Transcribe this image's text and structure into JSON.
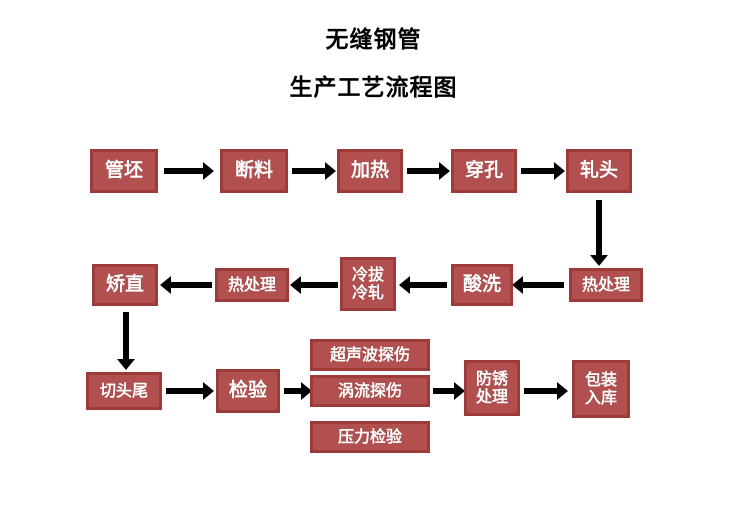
{
  "diagram": {
    "title_line1": "无缝钢管",
    "title_line2": "生产工艺流程图",
    "colors": {
      "box_fill": "#b1504f",
      "box_border": "#9c3b39",
      "box_text": "#ffffff",
      "arrow": "#000000",
      "background": "#ffffff",
      "title_text": "#000000"
    },
    "nodes": [
      {
        "id": "guanpi",
        "label": "管坯",
        "row": 1
      },
      {
        "id": "duanliao",
        "label": "断料",
        "row": 1
      },
      {
        "id": "jiare",
        "label": "加热",
        "row": 1
      },
      {
        "id": "chuankong",
        "label": "穿孔",
        "row": 1
      },
      {
        "id": "zhatou",
        "label": "轧头",
        "row": 1
      },
      {
        "id": "rechuli-1",
        "label": "热处理",
        "row": 2
      },
      {
        "id": "suanxi",
        "label": "酸洗",
        "row": 2
      },
      {
        "id": "lengba-lengzha",
        "label": "冷拔\n冷轧",
        "row": 2
      },
      {
        "id": "rechuli-2",
        "label": "热处理",
        "row": 2
      },
      {
        "id": "jiaozhi",
        "label": "矫直",
        "row": 2
      },
      {
        "id": "qietouwei",
        "label": "切头尾",
        "row": 3
      },
      {
        "id": "jianyan",
        "label": "检验",
        "row": 3
      },
      {
        "id": "chaoshengbo",
        "label": "超声波探伤",
        "row": 3
      },
      {
        "id": "woliu",
        "label": "涡流探伤",
        "row": 3
      },
      {
        "id": "yali",
        "label": "压力检验",
        "row": 3
      },
      {
        "id": "fangxiu",
        "label": "防锈\n处理",
        "row": 3
      },
      {
        "id": "baozhuang",
        "label": "包装\n入库",
        "row": 3
      }
    ],
    "edges": [
      {
        "from": "guanpi",
        "to": "duanliao",
        "direction": "right"
      },
      {
        "from": "duanliao",
        "to": "jiare",
        "direction": "right"
      },
      {
        "from": "jiare",
        "to": "chuankong",
        "direction": "right"
      },
      {
        "from": "chuankong",
        "to": "zhatou",
        "direction": "right"
      },
      {
        "from": "zhatou",
        "to": "rechuli-1",
        "direction": "down"
      },
      {
        "from": "rechuli-1",
        "to": "suanxi",
        "direction": "left"
      },
      {
        "from": "suanxi",
        "to": "lengba-lengzha",
        "direction": "left"
      },
      {
        "from": "lengba-lengzha",
        "to": "rechuli-2",
        "direction": "left"
      },
      {
        "from": "rechuli-2",
        "to": "jiaozhi",
        "direction": "left"
      },
      {
        "from": "jiaozhi",
        "to": "qietouwei",
        "direction": "down"
      },
      {
        "from": "qietouwei",
        "to": "jianyan",
        "direction": "right"
      },
      {
        "from": "jianyan",
        "to": "woliu",
        "direction": "right"
      },
      {
        "from": "woliu",
        "to": "fangxiu",
        "direction": "right"
      },
      {
        "from": "fangxiu",
        "to": "baozhuang",
        "direction": "right"
      }
    ]
  }
}
